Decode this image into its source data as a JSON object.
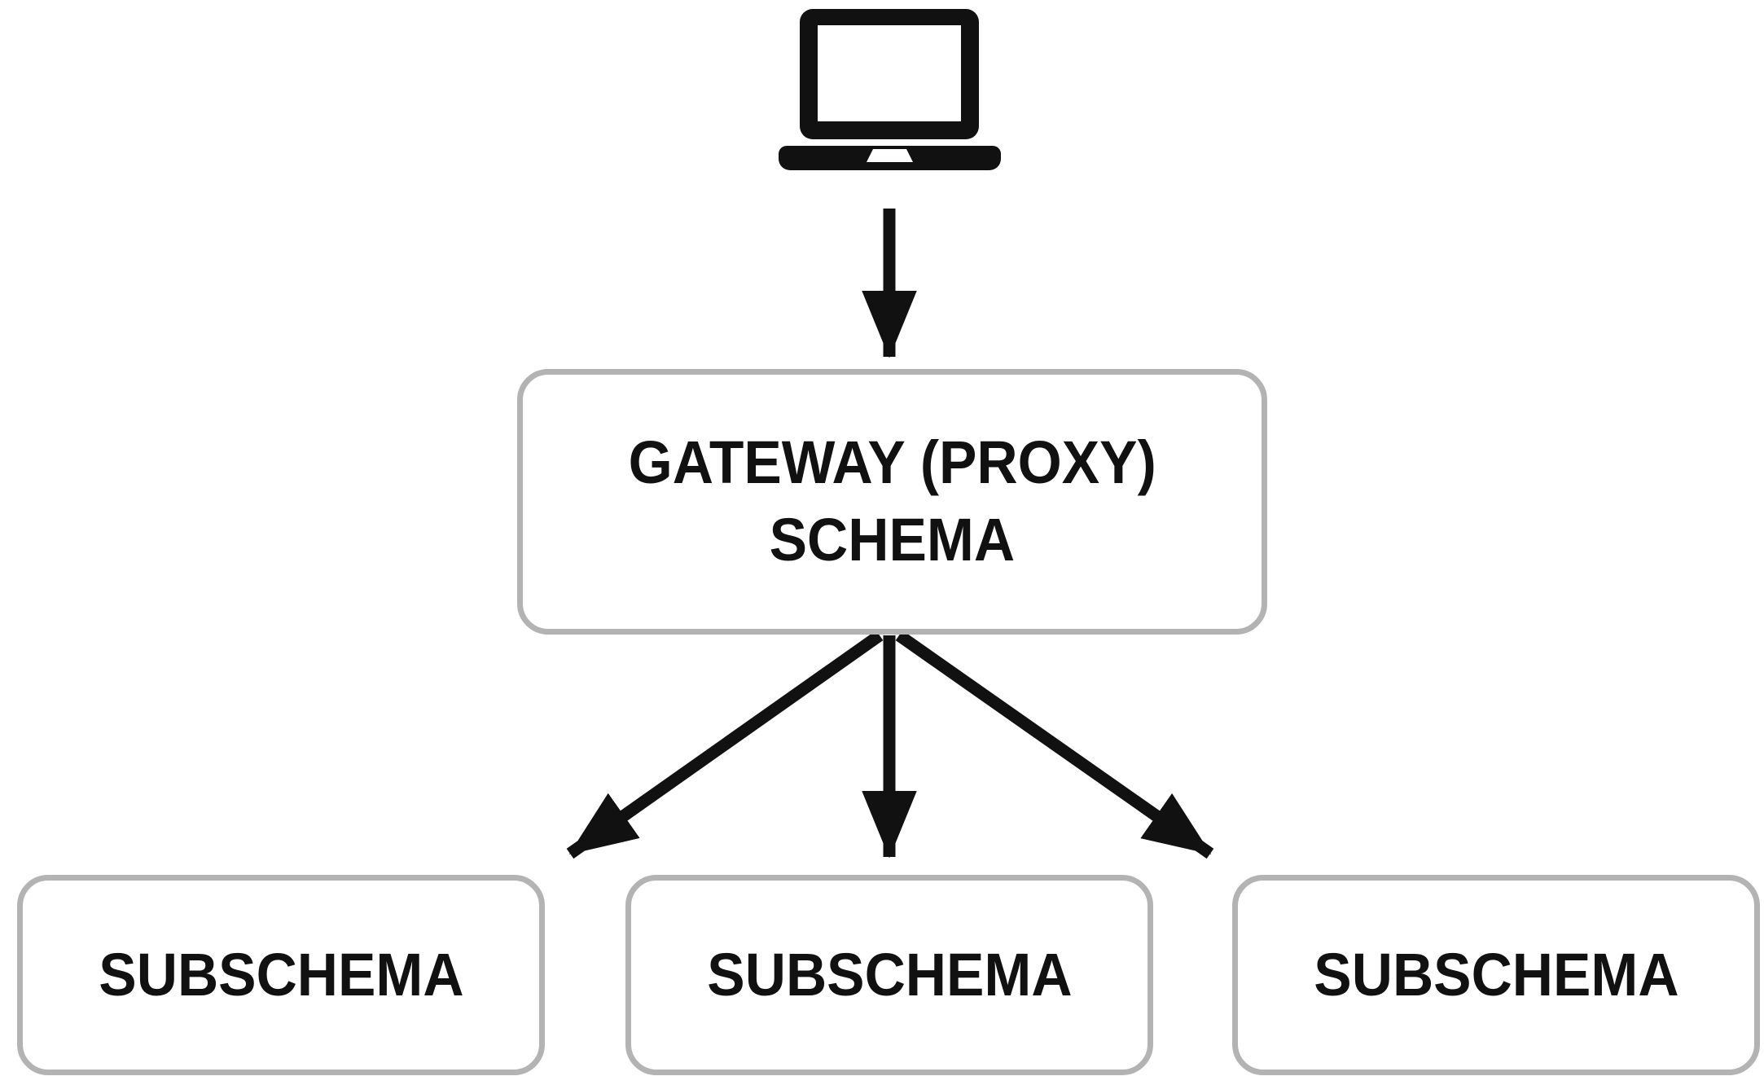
{
  "diagram": {
    "title": "federated-graphql-gateway-architecture",
    "client": {
      "icon": "laptop-icon"
    },
    "gateway": {
      "label_line1": "GATEWAY (PROXY)",
      "label_line2": "SCHEMA"
    },
    "subschemas": [
      {
        "label": "SUBSCHEMA"
      },
      {
        "label": "SUBSCHEMA"
      },
      {
        "label": "SUBSCHEMA"
      }
    ],
    "colors": {
      "box_border": "#b3b3b3",
      "box_fill": "#ffffff",
      "arrow": "#111111",
      "text": "#111111"
    }
  }
}
